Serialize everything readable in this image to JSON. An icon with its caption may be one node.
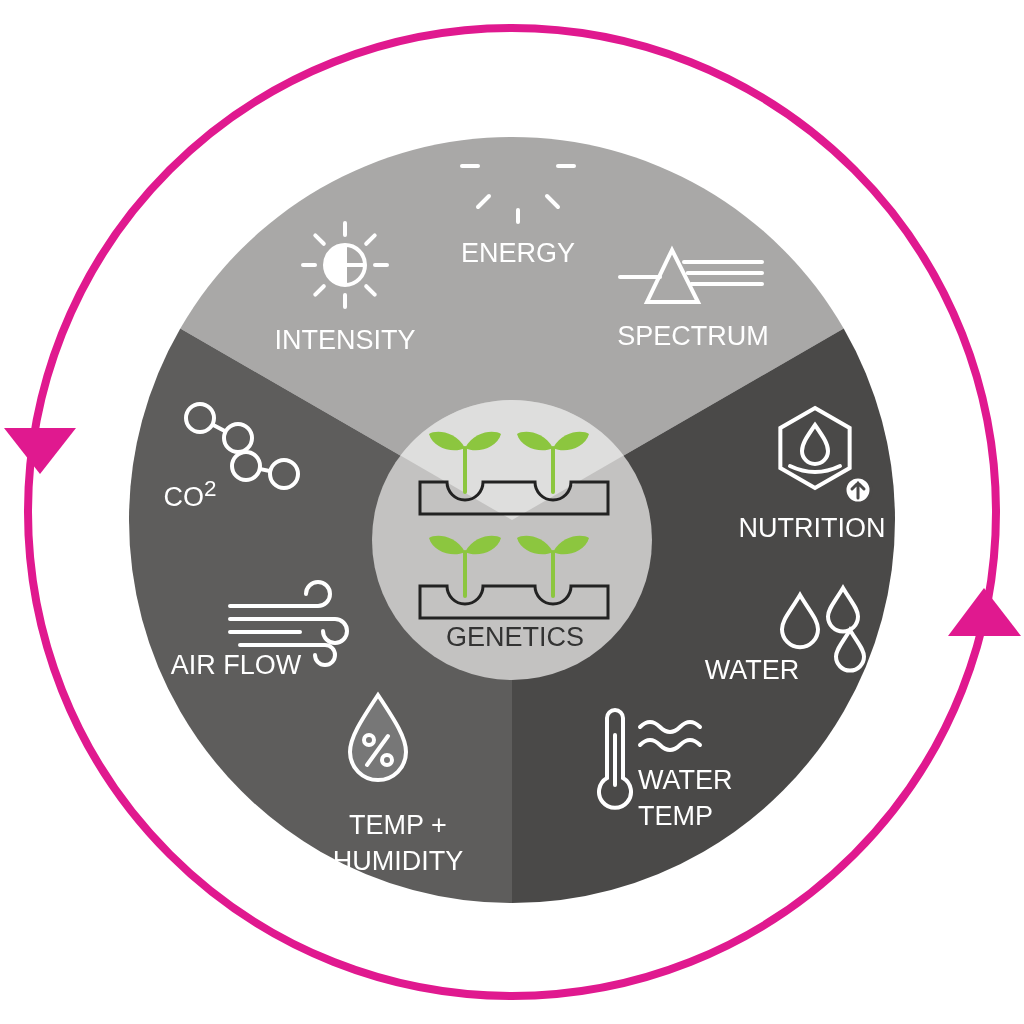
{
  "diagram": {
    "nodes": [
      {
        "text": [
          "ENERGY",
          "INTENSITY",
          "SPECTRUM"
        ]
      },
      {
        "text": [
          "CO$^{2}$",
          "AIR FLOW",
          "TEMP + HUMIDITY"
        ]
      },
      {
        "text": [
          "NUTRITION",
          "WATER",
          "WATER TEMP"
        ]
      },
      {
        "text": [
          "GENETICS"
        ]
      }
    ]
  }
}
